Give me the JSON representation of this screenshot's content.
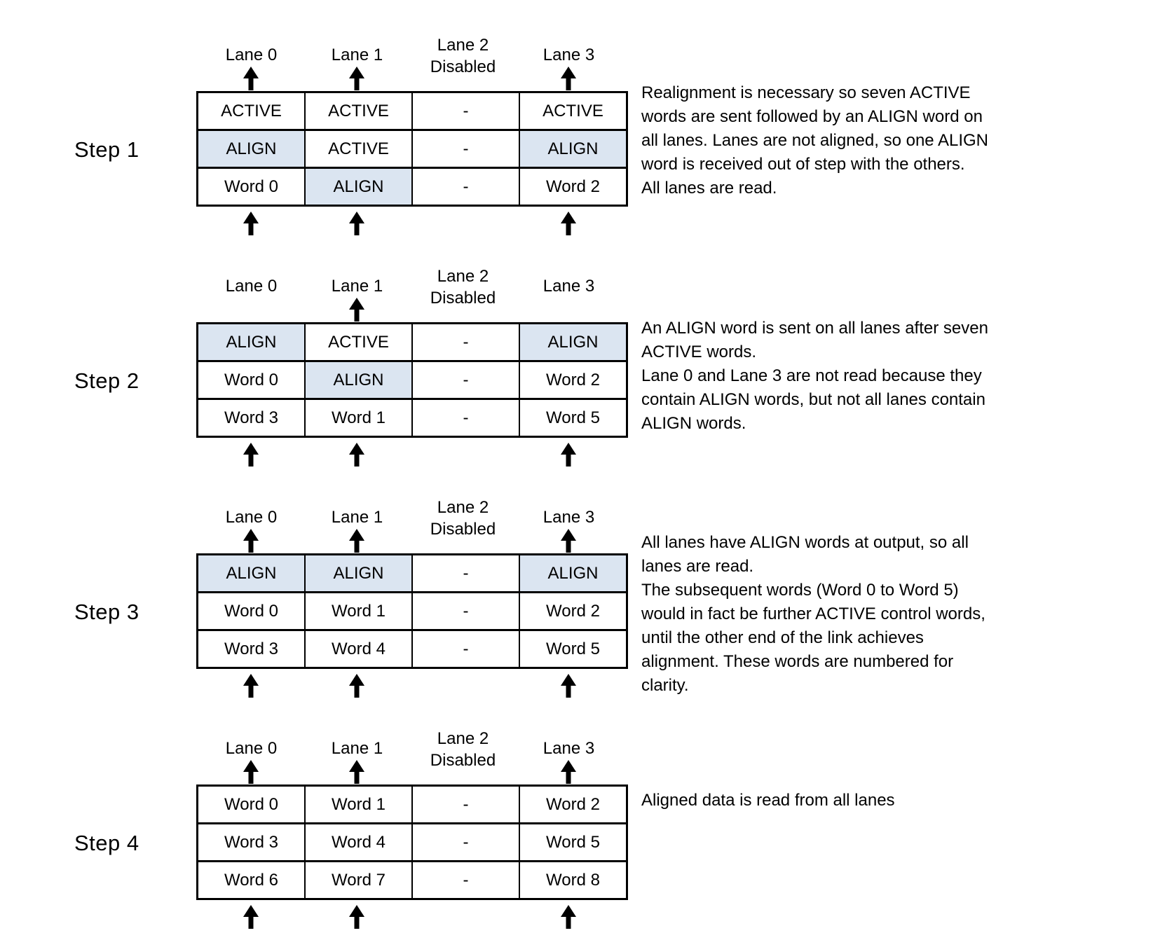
{
  "colors": {
    "background": "#ffffff",
    "border": "#000000",
    "text": "#000000",
    "highlight": "#dbe5f1"
  },
  "lanes": {
    "l0": "Lane 0",
    "l1": "Lane 1",
    "l2_line1": "Lane 2",
    "l2_line2": "Disabled",
    "l3": "Lane 3"
  },
  "steps": [
    {
      "label": "Step 1",
      "rows": [
        [
          "ACTIVE",
          "ACTIVE",
          "-",
          "ACTIVE"
        ],
        [
          "ALIGN",
          "ACTIVE",
          "-",
          "ALIGN"
        ],
        [
          "Word 0",
          "ALIGN",
          "-",
          "Word 2"
        ]
      ],
      "highlighted_cells": [
        [
          1,
          0
        ],
        [
          1,
          3
        ],
        [
          2,
          1
        ]
      ],
      "top_arrow_lanes": [
        0,
        1,
        3
      ],
      "bottom_arrow_lanes": [
        0,
        1,
        3
      ],
      "note": "Realignment is necessary so seven ACTIVE words are sent followed by an ALIGN word on all lanes. Lanes are not aligned, so one ALIGN word is received out of step with the others.\nAll lanes are read."
    },
    {
      "label": "Step 2",
      "rows": [
        [
          "ALIGN",
          "ACTIVE",
          "-",
          "ALIGN"
        ],
        [
          "Word 0",
          "ALIGN",
          "-",
          "Word 2"
        ],
        [
          "Word 3",
          "Word 1",
          "-",
          "Word 5"
        ]
      ],
      "highlighted_cells": [
        [
          0,
          0
        ],
        [
          0,
          3
        ],
        [
          1,
          1
        ]
      ],
      "top_arrow_lanes": [
        1
      ],
      "bottom_arrow_lanes": [
        0,
        1,
        3
      ],
      "note": "An ALIGN word is sent on all lanes after seven ACTIVE words.\nLane 0 and Lane 3 are not read because they contain ALIGN words, but not all lanes contain ALIGN words."
    },
    {
      "label": "Step 3",
      "rows": [
        [
          "ALIGN",
          "ALIGN",
          "-",
          "ALIGN"
        ],
        [
          "Word 0",
          "Word 1",
          "-",
          "Word 2"
        ],
        [
          "Word 3",
          "Word 4",
          "-",
          "Word 5"
        ]
      ],
      "highlighted_cells": [
        [
          0,
          0
        ],
        [
          0,
          1
        ],
        [
          0,
          3
        ]
      ],
      "top_arrow_lanes": [
        0,
        1,
        3
      ],
      "bottom_arrow_lanes": [
        0,
        1,
        3
      ],
      "note": "All lanes have ALIGN words at output, so all lanes are read.\nThe subsequent words (Word 0 to Word 5) would in fact be further ACTIVE control words, until the other end of the link achieves alignment. These words are numbered for clarity."
    },
    {
      "label": "Step 4",
      "rows": [
        [
          "Word 0",
          "Word 1",
          "-",
          "Word 2"
        ],
        [
          "Word 3",
          "Word 4",
          "-",
          "Word 5"
        ],
        [
          "Word 6",
          "Word 7",
          "-",
          "Word 8"
        ]
      ],
      "highlighted_cells": [],
      "top_arrow_lanes": [
        0,
        1,
        3
      ],
      "bottom_arrow_lanes": [
        0,
        1,
        3
      ],
      "note": "Aligned data is read from all lanes"
    }
  ]
}
